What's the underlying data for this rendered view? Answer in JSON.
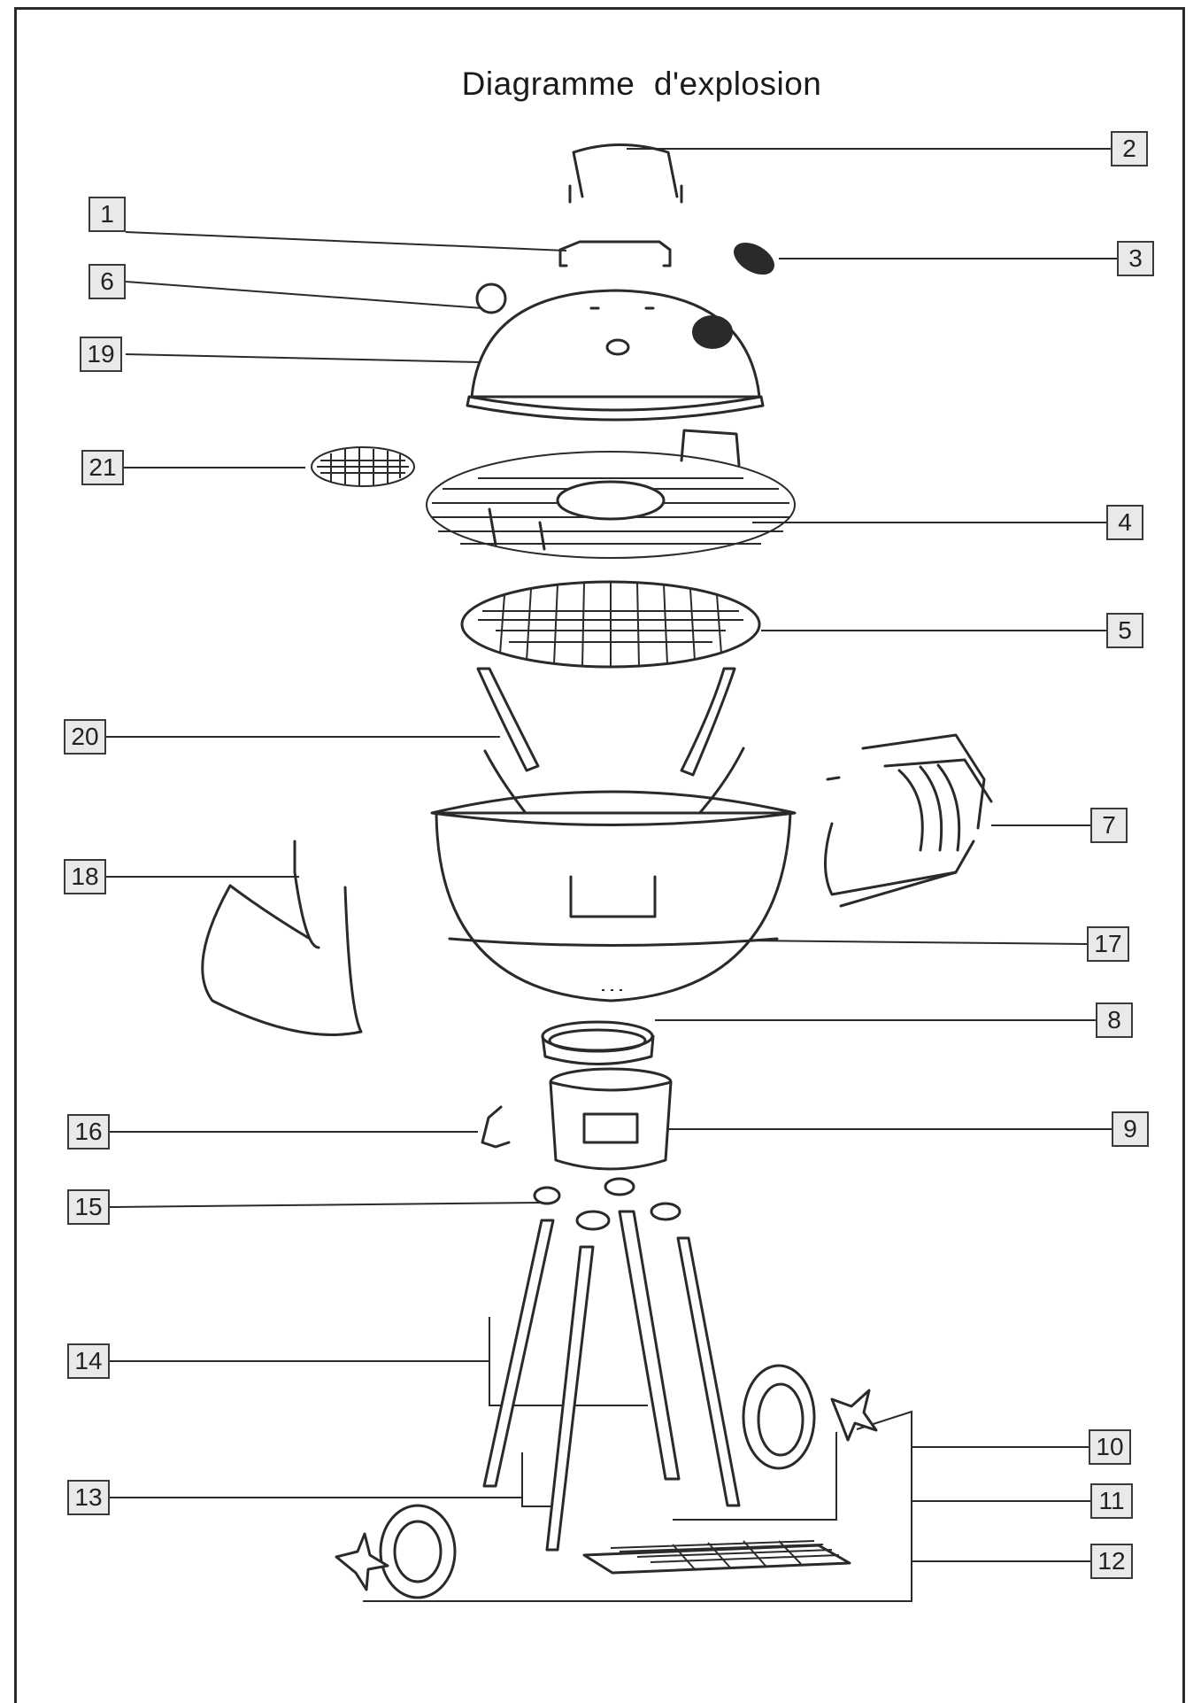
{
  "title": "Diagramme  d'explosion",
  "callouts": [
    {
      "id": "p1",
      "label": "1"
    },
    {
      "id": "p2",
      "label": "2"
    },
    {
      "id": "p3",
      "label": "3"
    },
    {
      "id": "p4",
      "label": "4"
    },
    {
      "id": "p5",
      "label": "5"
    },
    {
      "id": "p6",
      "label": "6"
    },
    {
      "id": "p7",
      "label": "7"
    },
    {
      "id": "p8",
      "label": "8"
    },
    {
      "id": "p9",
      "label": "9"
    },
    {
      "id": "p10",
      "label": "10"
    },
    {
      "id": "p11",
      "label": "11"
    },
    {
      "id": "p12",
      "label": "12"
    },
    {
      "id": "p13",
      "label": "13"
    },
    {
      "id": "p14",
      "label": "14"
    },
    {
      "id": "p15",
      "label": "15"
    },
    {
      "id": "p16",
      "label": "16"
    },
    {
      "id": "p17",
      "label": "17"
    },
    {
      "id": "p18",
      "label": "18"
    },
    {
      "id": "p19",
      "label": "19"
    },
    {
      "id": "p20",
      "label": "20"
    },
    {
      "id": "p21",
      "label": "21"
    }
  ]
}
